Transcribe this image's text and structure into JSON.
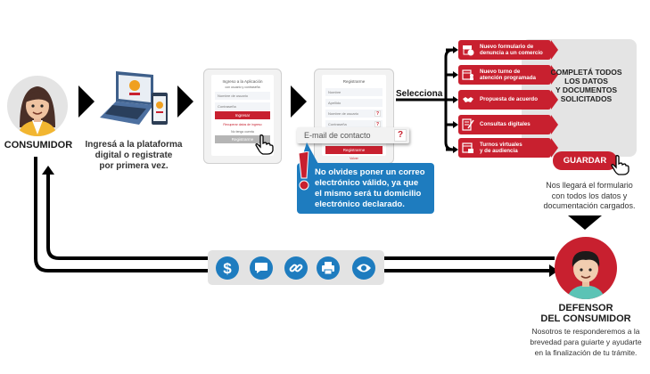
{
  "colors": {
    "brand_red": "#c8202f",
    "info_blue": "#1e7cbf",
    "panel_gray": "#e4e4e4"
  },
  "consumer": {
    "label": "CONSUMIDOR",
    "avatar_icon": "woman-avatar-icon"
  },
  "step1": {
    "text_lines": [
      "Ingresá a la plataforma",
      "digital o registrate",
      "por primera vez."
    ],
    "icon": "laptop-phone-icon"
  },
  "login_screen": {
    "title": "Ingreso a la Aplicación",
    "subtitle": "con usuario y contraseña",
    "username_placeholder": "Nombre de usuario",
    "password_placeholder": "Contraseña",
    "login_button": "Ingresar",
    "recover_link": "Recuperar datos de ingreso",
    "no_account": "No tengo cuenta",
    "register_button": "Registrarme"
  },
  "register_screen": {
    "title": "Registrarme",
    "fields": [
      "Nombre",
      "Apellido",
      "Nombre de usuario",
      "Contraseña"
    ],
    "help_mark": "?",
    "register_button": "Registrarme",
    "back_link": "Volver"
  },
  "email_popup": {
    "placeholder": "E-mail de contacto",
    "help_mark": "?"
  },
  "warning": {
    "mark": "!",
    "text_lines": [
      "No olvides poner un correo",
      "electrónico válido, ya que",
      "el mismo será tu domicilio",
      "electrónico declarado."
    ]
  },
  "selector": {
    "label": "Selecciona",
    "options": [
      {
        "lines": [
          "Nuevo formulario de",
          "denuncia a un comercio"
        ],
        "icon": "store-complaint-icon"
      },
      {
        "lines": [
          "Nuevo turno de",
          "atención programada"
        ],
        "icon": "calendar-person-icon"
      },
      {
        "lines": [
          "Propuesta de acuerdo"
        ],
        "icon": "handshake-icon"
      },
      {
        "lines": [
          "Consultas digitales"
        ],
        "icon": "document-edit-icon"
      },
      {
        "lines": [
          "Turnos virtuales",
          "y de audiencia"
        ],
        "icon": "calendar-video-icon"
      }
    ]
  },
  "panel": {
    "text_lines": [
      "COMPLETÁ TODOS",
      "LOS DATOS",
      "Y DOCUMENTOS",
      "SOLICITADOS"
    ],
    "save_button": "GUARDAR"
  },
  "received": {
    "text_lines": [
      "Nos llegará el formulario",
      "con todos los datos y",
      "documentación cargados."
    ]
  },
  "defender": {
    "label_lines": [
      "DEFENSOR",
      "DEL CONSUMIDOR"
    ],
    "avatar_icon": "man-avatar-icon",
    "text_lines": [
      "Nosotros te responderemos a la",
      "brevedad para guiarte y ayudarte",
      "en la finalización de tu trámite."
    ]
  },
  "channels": {
    "icons": [
      "dollar-icon",
      "chat-icon",
      "link-icon",
      "printer-icon",
      "eye-icon"
    ]
  }
}
